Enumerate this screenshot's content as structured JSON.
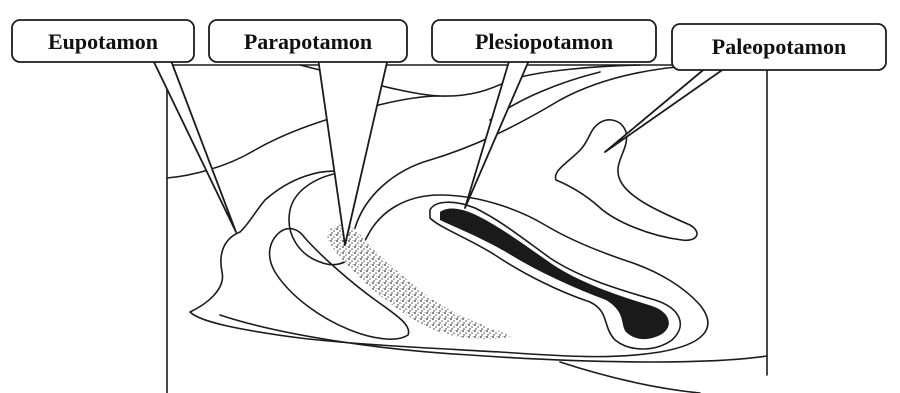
{
  "labels": {
    "eupotamon": "Eupotamon",
    "parapotamon": "Parapotamon",
    "plesiopotamon": "Plesiopotamon",
    "paleopotamon": "Paleopotamon"
  },
  "colors": {
    "line": "#1b1b1b",
    "plesiopotamon_fill": "#1a1a1a",
    "parapotamon_stipple": "#444444",
    "background": "#ffffff"
  }
}
